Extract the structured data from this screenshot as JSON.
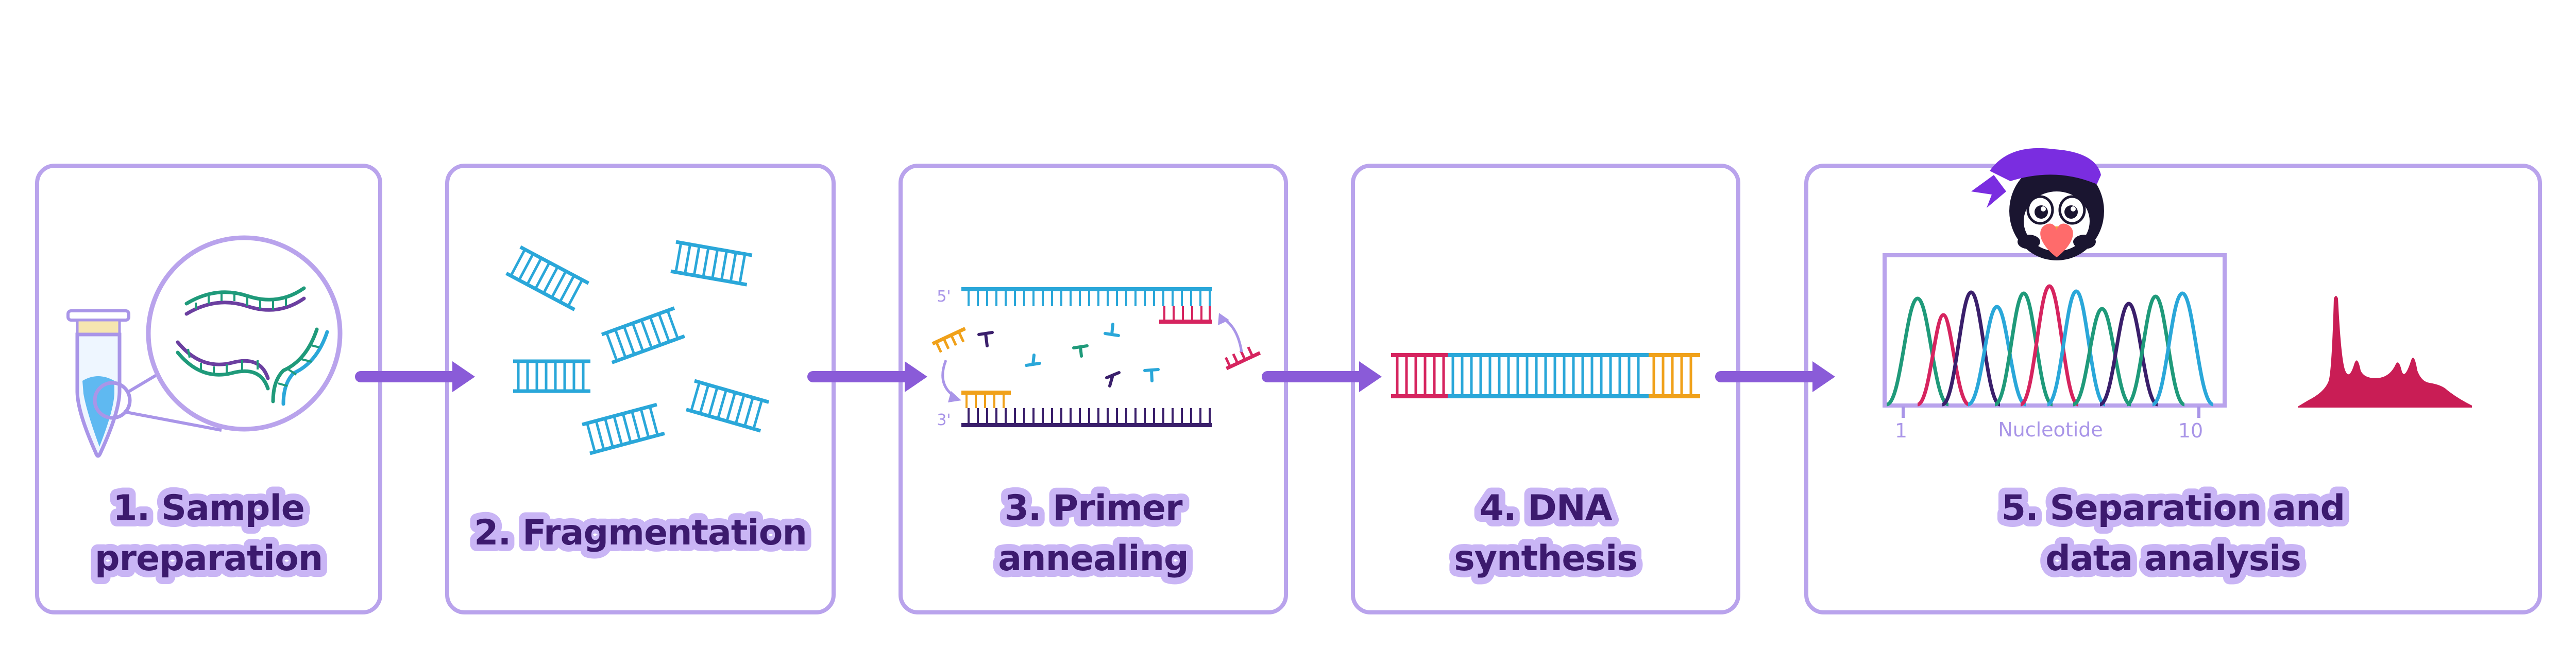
{
  "steps": [
    {
      "number": "1.",
      "line1": "1. Sample",
      "line2": "preparation"
    },
    {
      "number": "2.",
      "line1": "2. Fragmentation",
      "line2": ""
    },
    {
      "number": "3.",
      "line1": "3. Primer",
      "line2": "annealing"
    },
    {
      "number": "4.",
      "line1": "4. DNA",
      "line2": "synthesis"
    },
    {
      "number": "5.",
      "line1": "5. Separation and",
      "line2": "data analysis"
    }
  ],
  "annealing": {
    "five_prime": "5'",
    "three_prime": "3'"
  },
  "chromatogram": {
    "xlabel": "Nucleotide",
    "tick_start": "1",
    "tick_end": "10"
  },
  "icons": [
    "sample-tube-icon",
    "dna-fragment-icon",
    "primer-icon",
    "penguin-mascot-icon",
    "chromatogram-icon",
    "peak-profile-icon"
  ],
  "colors": {
    "panel_border": "#b9a3ec",
    "arrow": "#8a5bd8",
    "title_text": "#3c1a6e",
    "title_glow": "#c9b5f5",
    "strand_blue": "#2aa7d9",
    "strand_purple": "#3a1f6b",
    "primer_orange": "#f0a11a",
    "primer_pink": "#d6245f",
    "green": "#1f9a7a"
  }
}
